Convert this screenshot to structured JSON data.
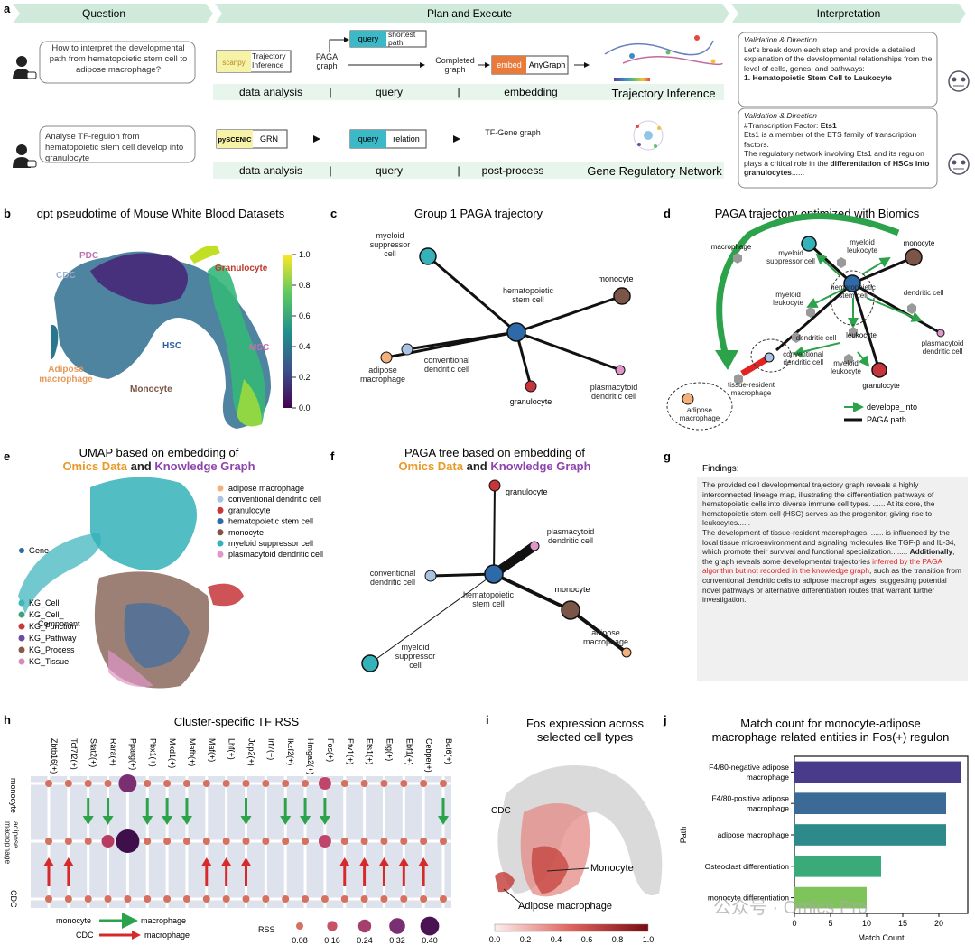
{
  "panel_a": {
    "letter": "a",
    "headers": [
      "Question",
      "Plan and Execute",
      "Interpretation"
    ],
    "row1": {
      "question": "How to interpret the developmental path from hematopoietic stem cell to adipose macrophage?",
      "scanpy": "scanpy",
      "trajectory_box": "Trajectory Inference",
      "paga_graph": "PAGA graph",
      "query": "query",
      "shortest_path": "shortest path",
      "completed_graph": "Completed graph",
      "embed": "embed",
      "anygraph": "AnyGraph",
      "steps": [
        "data analysis",
        "|",
        "query",
        "|",
        "embedding"
      ],
      "result": "Trajectory Inference",
      "interp_heading": "Validation & Direction",
      "interp_body": "Let's break down each step and provide a detailed explanation of the developmental relationships from the level of cells, genes, and pathways:",
      "interp_item": "1. Hematopoietic Stem Cell to Leukocyte"
    },
    "row2": {
      "question": "Analyse TF-regulon from hematopoietic stem cell develop into granulocyte",
      "pyscenic": "pySCENIC",
      "grn": "GRN",
      "query": "query",
      "relation": "relation",
      "tf_gene_graph": "TF-Gene graph",
      "steps": [
        "data analysis",
        "|",
        "query",
        "|",
        "post-process"
      ],
      "result": "Gene Regulatory Network",
      "interp_heading": "Validation & Direction",
      "interp_tf_label": "#Transcription Factor: ",
      "interp_tf_name": "Ets1",
      "interp_line1": "Ets1 is a member of the ETS family of transcription factors.",
      "interp_line2": "The regulatory network involving Ets1 and its regulon plays a critical role in the ",
      "interp_bold": "differentiation of HSCs into granulocytes",
      "interp_tail": "......"
    }
  },
  "panel_b": {
    "letter": "b",
    "title": "dpt pseudotime of Mouse White Blood Datasets",
    "labels": [
      "PDC",
      "CDC",
      "Granulocyte",
      "HSC",
      "MSC",
      "Adipose macrophage",
      "Monocyte"
    ],
    "colorbar_ticks": [
      "1.0",
      "0.8",
      "0.6",
      "0.4",
      "0.2",
      "0.0"
    ]
  },
  "panel_c": {
    "letter": "c",
    "title": "Group 1 PAGA trajectory",
    "nodes": [
      "myeloid suppressor cell",
      "monocyte",
      "hematopoietic stem cell",
      "adipose macrophage",
      "conventional dendritic cell",
      "granulocyte",
      "plasmacytoid dendritic cell"
    ]
  },
  "panel_d": {
    "letter": "d",
    "title": "PAGA trajectory optimized with Biomics",
    "nodes": [
      "macrophage",
      "myeloid suppressor cell",
      "myeloid leukocyte",
      "monocyte",
      "hematopoietic stem cell",
      "dendritic cell",
      "myeloid leukocyte",
      "leukocyte",
      "dendritic cell",
      "plasmacytoid dendritic cell",
      "conventional dendritic cell",
      "myeloid leukocyte",
      "granulocyte",
      "tissue-resident macrophage",
      "adipose macrophage"
    ],
    "legend": [
      "develope_into",
      "PAGA path"
    ]
  },
  "panel_e": {
    "letter": "e",
    "title_line1": "UMAP based on embedding of",
    "title_a": "Omics Data",
    "title_and": " and ",
    "title_b": "Knowledge Graph",
    "gene_label": "Gene",
    "legend_right": [
      {
        "label": "adipose macrophage",
        "color": "#f3b07a"
      },
      {
        "label": "conventional dendritic cell",
        "color": "#a9c3e3"
      },
      {
        "label": "granulocyte",
        "color": "#c6353a"
      },
      {
        "label": "hematopoietic stem cell",
        "color": "#2e6aa8"
      },
      {
        "label": "monocyte",
        "color": "#7b5547"
      },
      {
        "label": "myeloid suppressor cell",
        "color": "#34b1b9"
      },
      {
        "label": "plasmacytoid dendritic cell",
        "color": "#e097c8"
      }
    ],
    "legend_left": [
      {
        "label": "KG_Cell",
        "color": "#3cb8b4"
      },
      {
        "label": "KG_Cell_ Component",
        "color": "#3aa37a"
      },
      {
        "label": "KG_Function",
        "color": "#c8373a"
      },
      {
        "label": "KG_Pathway",
        "color": "#6b4ca0"
      },
      {
        "label": "KG_Process",
        "color": "#8a5a46"
      },
      {
        "label": "KG_Tissue",
        "color": "#d58bbd"
      }
    ]
  },
  "panel_f": {
    "letter": "f",
    "title_line1": "PAGA tree based on embedding of",
    "title_a": "Omics Data",
    "title_and": " and ",
    "title_b": "Knowledge Graph",
    "nodes": [
      "granulocyte",
      "plasmacytoid dendritic cell",
      "conventional dendritic cell",
      "hematopoietic stem cell",
      "monocyte",
      "adipose macrophage",
      "myeloid suppressor cell"
    ]
  },
  "panel_g": {
    "letter": "g",
    "heading": "Findings:",
    "p1": "The provided cell developmental trajectory graph reveals a highly interconnected lineage map, illustrating the differentiation pathways of hematopoietic cells into diverse immune cell types. ...... At its core, the hematopoietic stem cell (HSC) serves as the progenitor, giving rise to leukocytes......",
    "p2a": "The development of tissue-resident macrophages, ...... is influenced by the local tissue microenvironment and signaling molecules like TGF-β and IL-34, which promote their survival and functional specialization........ ",
    "p2bold": "Additionally",
    "p2b": ", the graph reveals some developmental trajectories ",
    "p2red": "inferred by the PAGA algorithm but not recorded in the knowledge graph",
    "p2c": ", such as the transition from conventional dendritic cells to adipose macrophages, suggesting potential novel pathways or alternative differentiation routes that warrant further investigation."
  },
  "panel_h": {
    "letter": "h",
    "title": "Cluster-specific TF RSS",
    "tfs": [
      "Zbtb16(+)",
      "Tcf7l2(+)",
      "Stat2(+)",
      "Rara(+)",
      "Pparg(+)",
      "Pbx1(+)",
      "Mxd1(+)",
      "Mafb(+)",
      "Maf(+)",
      "Lhf(+)",
      "Jdp2(+)",
      "Irf7(+)",
      "Ikzf2(+)",
      "Hmga2(+)",
      "Fos(+)",
      "Etv1(+)",
      "Ets1(+)",
      "Erg(+)",
      "Ebf1(+)",
      "Cebpe(+)",
      "Bcl6(+)"
    ],
    "rows": [
      "monocyte",
      "adipose macrophage",
      "CDC"
    ],
    "legend_arrows": [
      {
        "from": "monocyte",
        "to": "macrophage",
        "color": "#2ca24a"
      },
      {
        "from": "CDC",
        "to": "macrophage",
        "color": "#d62a2a"
      }
    ],
    "rss_label": "RSS",
    "rss_ticks": [
      "0.08",
      "0.16",
      "0.24",
      "0.32",
      "0.40"
    ]
  },
  "panel_i": {
    "letter": "i",
    "title_line1": "Fos expression across",
    "title_line2": "selected cell types",
    "labels": [
      "CDC",
      "Monocyte",
      "Adipose macrophage"
    ],
    "colorbar_ticks": [
      "0.0",
      "0.2",
      "0.4",
      "0.6",
      "0.8",
      "1.0"
    ]
  },
  "panel_j": {
    "letter": "j",
    "title_line1": "Match count for monocyte-adipose",
    "title_line2": "macrophage related entities in Fos(+) regulon",
    "watermark": "公众号 · Omics Pro"
  },
  "chart_data": {
    "type": "bar",
    "orientation": "horizontal",
    "title": "Match count for monocyte-adipose macrophage related entities in Fos(+) regulon",
    "xlabel": "Match Count",
    "ylabel": "Path",
    "categories": [
      "F4/80-negative adipose macrophage",
      "F4/80-positive adipose macrophage",
      "adipose macrophage",
      "Osteoclast differentiation",
      "monocyte differentiation"
    ],
    "values": [
      23,
      21,
      21,
      12,
      10
    ],
    "colors": [
      "#4a3a8a",
      "#3b6a96",
      "#2e8a8a",
      "#3aaa7a",
      "#7ec45a"
    ],
    "xlim": [
      0,
      24
    ],
    "xticks": [
      0,
      5,
      10,
      15,
      20
    ]
  }
}
